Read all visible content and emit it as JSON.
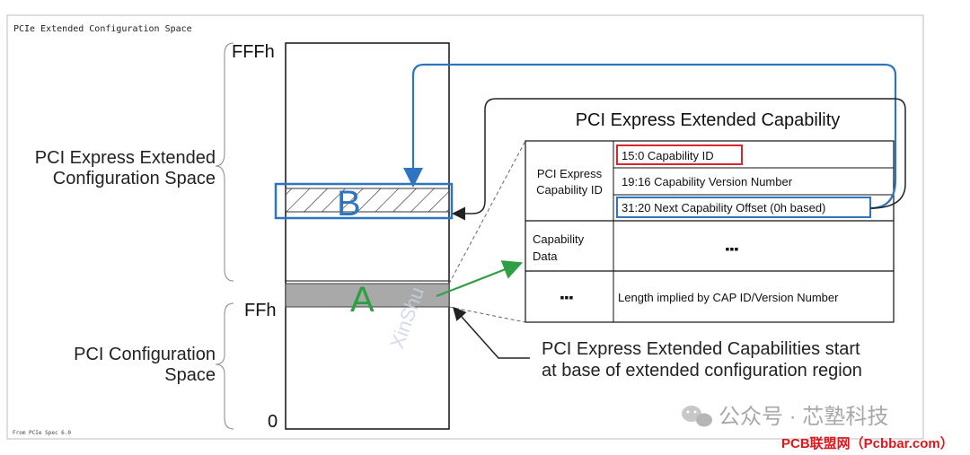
{
  "header_title": "PCIe Extended Configuration Space",
  "footer_source": "From PCIe Spec 6.0",
  "left_labels": {
    "extended_line1": "PCI Express Extended",
    "extended_line2": "Configuration Space",
    "config_line1": "PCI Configuration",
    "config_line2": "Space"
  },
  "addresses": {
    "top": "FFFh",
    "mid": "FFh",
    "bottom": "0"
  },
  "markers": {
    "b": "B",
    "a": "A"
  },
  "capability": {
    "title": "PCI Express  Extended Capability",
    "rows": [
      {
        "label_line1": "PCI Express",
        "label_line2": "Capability ID",
        "fields": [
          "15:0 Capability ID",
          "19:16 Capability Version Number",
          "31:20 Next Capability Offset (0h based)"
        ]
      },
      {
        "label_line1": "Capability",
        "label_line2": "Data",
        "value": "▪▪▪"
      },
      {
        "label_line1": "▪▪▪",
        "value": "Length implied by CAP ID/Version Number"
      }
    ]
  },
  "annotation": {
    "line1": "PCI Express Extended Capabilities start",
    "line2": "at base of extended configuration region"
  },
  "watermarks": {
    "diagonal": "XinShu",
    "wechat": "公众号 · 芯塾科技",
    "site": "PCB联盟网（Pcbbar.com）"
  },
  "colors": {
    "blue": "#2f74c0",
    "red": "#d9262c",
    "green": "#2ea043",
    "gray_fill": "#a9a9a9",
    "site_red": "#e0161b"
  }
}
